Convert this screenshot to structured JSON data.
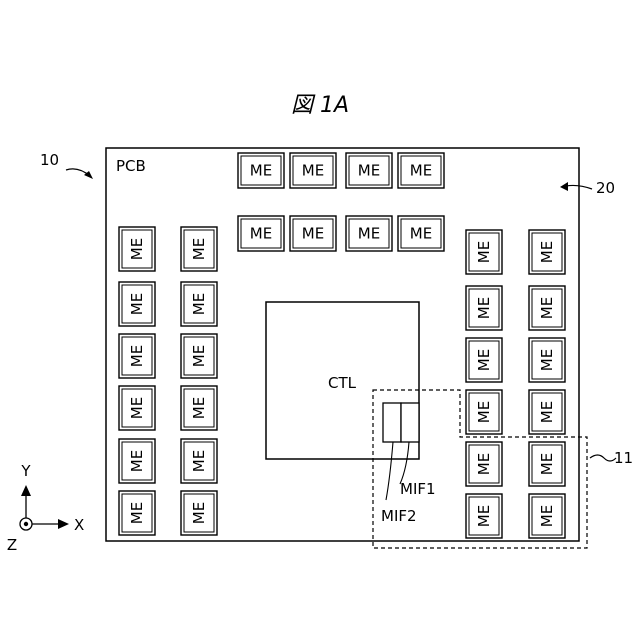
{
  "figure": {
    "title": "図 1A"
  },
  "board": {
    "label": "PCB",
    "ref_board": "10",
    "ref_controller_group": "20",
    "ref_dashed_region": "11"
  },
  "controller": {
    "label": "CTL"
  },
  "interfaces": {
    "mif1": "MIF1",
    "mif2": "MIF2"
  },
  "memory": {
    "label": "ME"
  },
  "axes": {
    "x": "X",
    "y": "Y",
    "z": "Z"
  }
}
